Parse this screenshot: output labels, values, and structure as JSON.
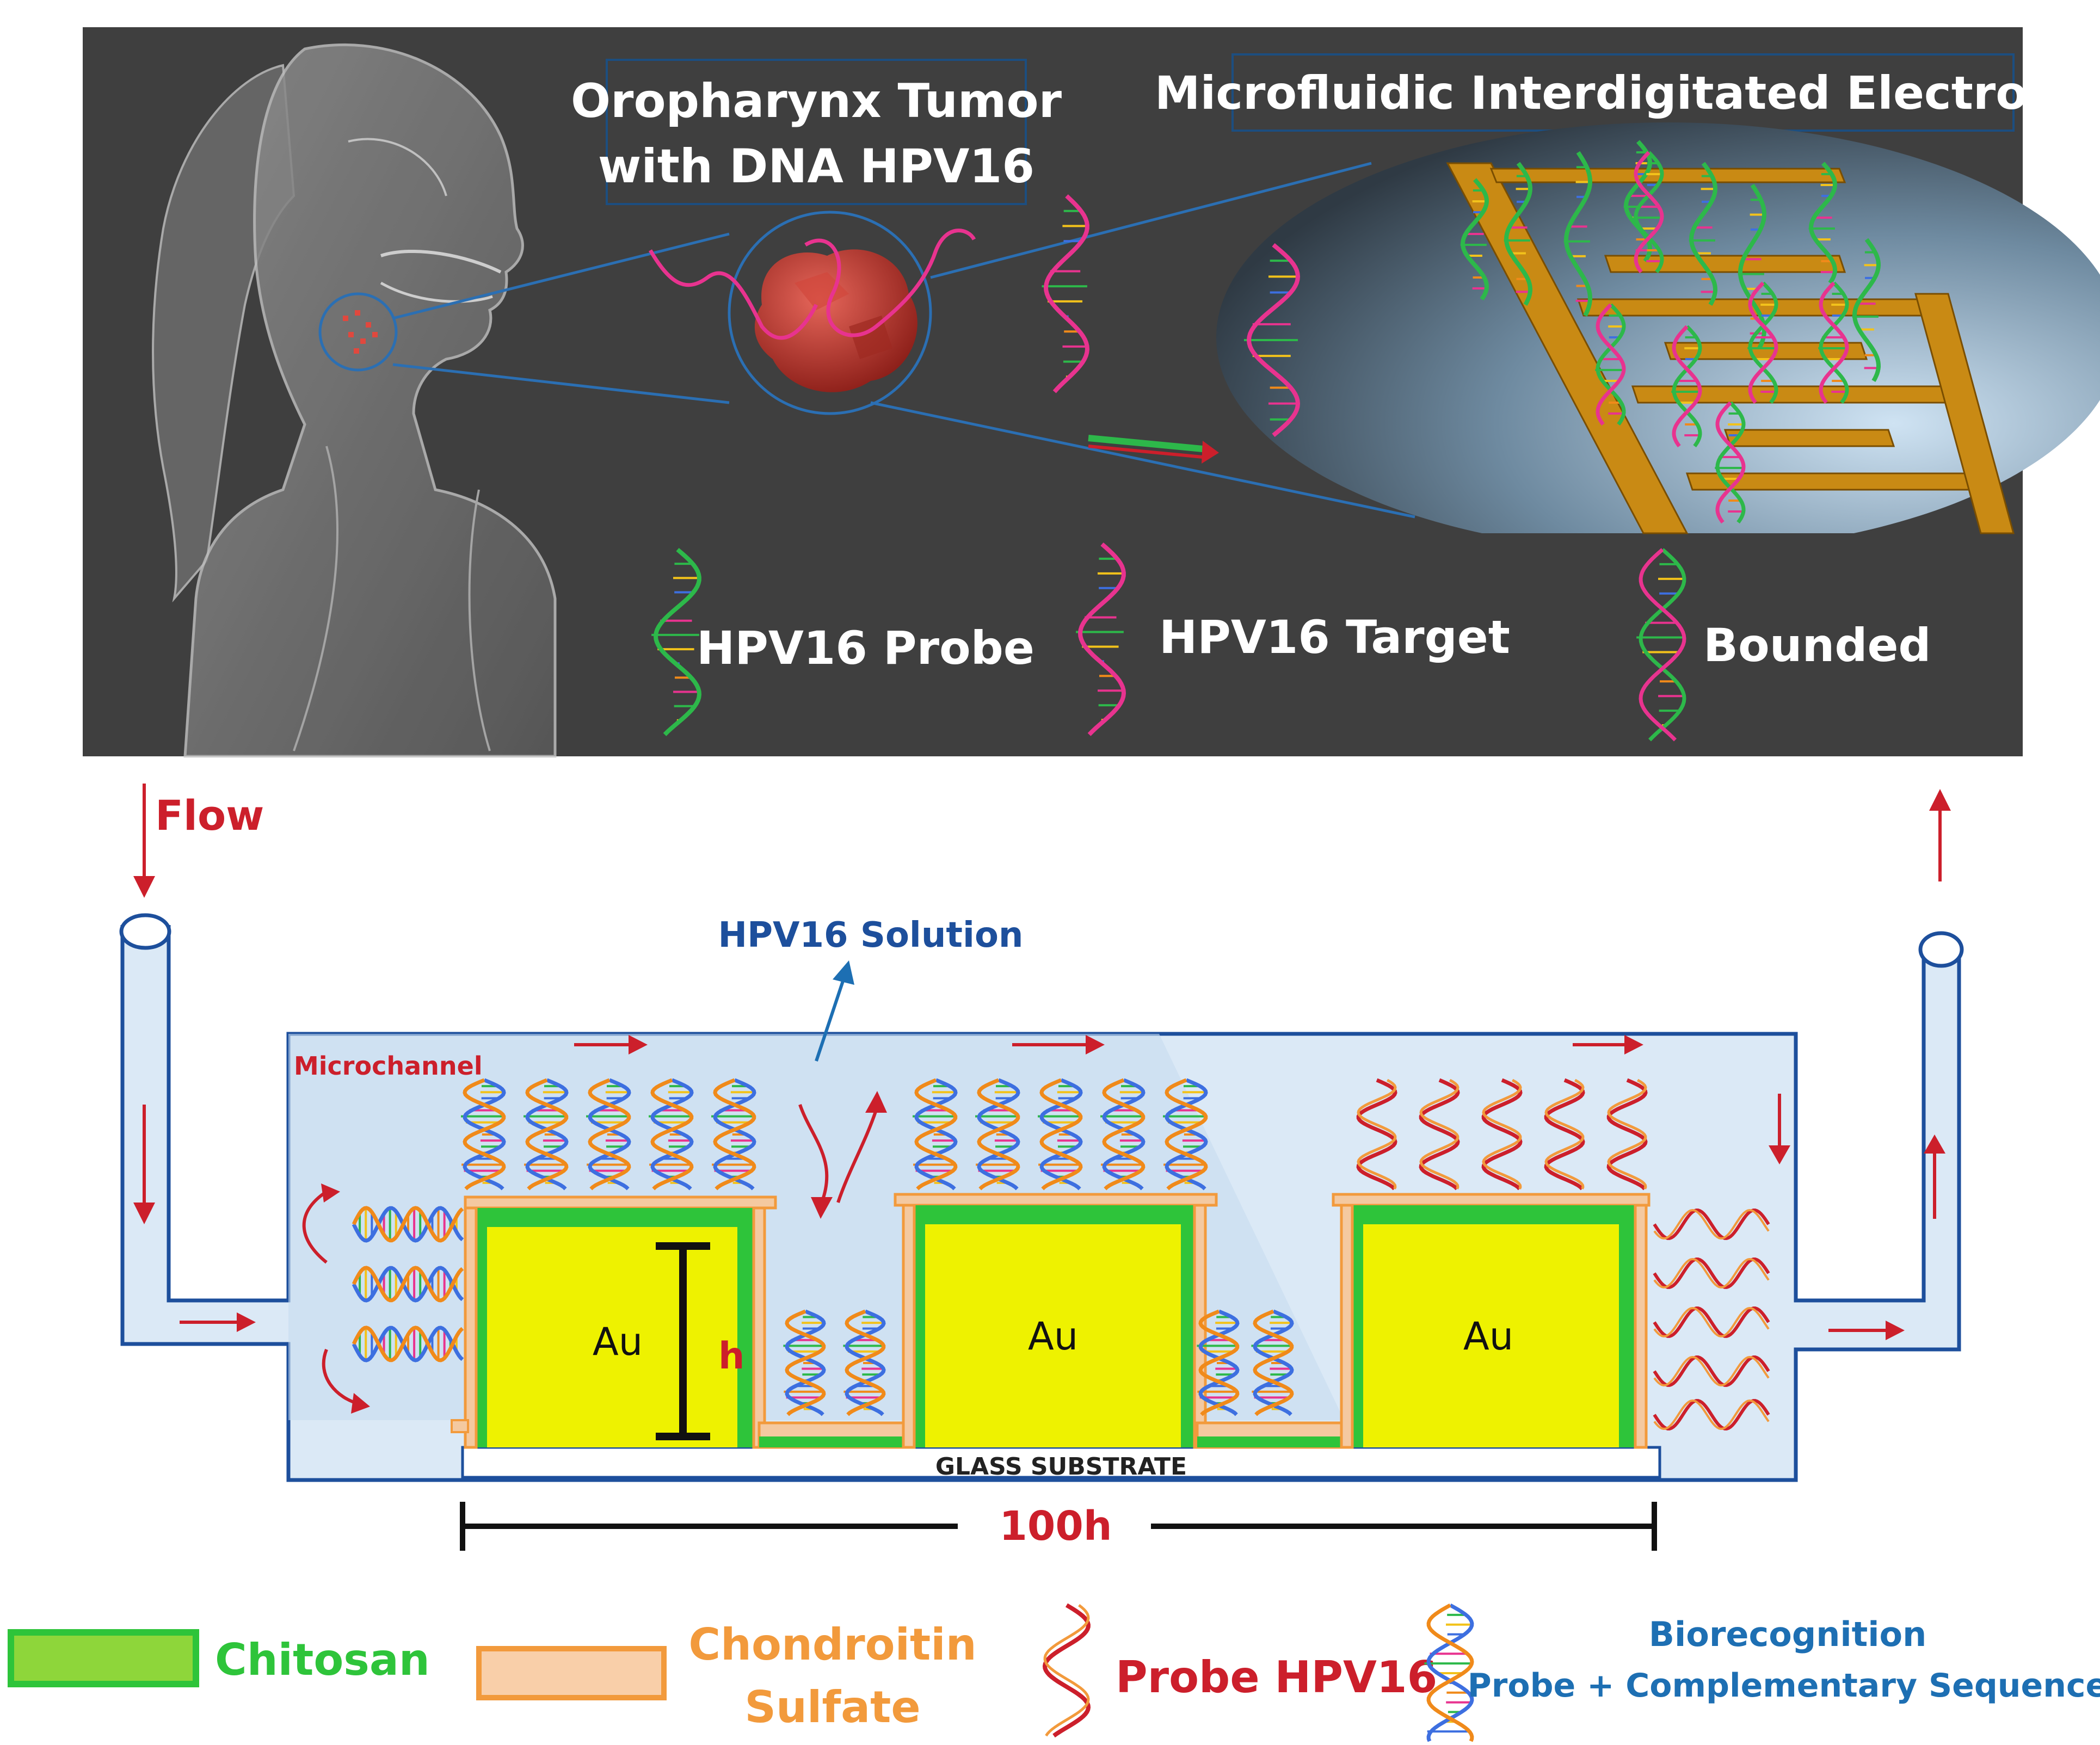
{
  "top_panel": {
    "tumor_label": [
      "Oropharynx Tumor",
      "with DNA HPV16"
    ],
    "electrode_label": "Microfluidic Interdigitated Electrode",
    "legend": [
      {
        "label": "HPV16 Probe",
        "kind": "probe"
      },
      {
        "label": "HPV16 Target",
        "kind": "target"
      },
      {
        "label": "Bounded",
        "kind": "bounded"
      }
    ]
  },
  "schematic": {
    "flow_label": "Flow",
    "solution_label": "HPV16 Solution",
    "microchannel_label": "Microchannel",
    "electrode_labels": [
      "Au",
      "Au",
      "Au"
    ],
    "height_label": "h",
    "substrate_label": "GLASS SUBSTRATE",
    "length_label": "100h"
  },
  "legend": {
    "chitosan": "Chitosan",
    "chondroitin": [
      "Chondroitin",
      "Sulfate"
    ],
    "probe": "Probe HPV16",
    "biorecognition": [
      "Biorecognition",
      "Probe + Complementary Sequence"
    ]
  },
  "colors": {
    "panel_bg": "#3f3f3f",
    "label_box": "#1c4e80",
    "probe_green": "#2db84a",
    "target_pink": "#e8338f",
    "gold": "#c98a14",
    "au_yellow": "#eef200",
    "chitosan": "#2ec43a",
    "chondroitin": "#f29a3c",
    "flow_red": "#cc1f2b",
    "channel_blue": "#1d4f9c",
    "channel_fill": "#dbe9f6"
  }
}
